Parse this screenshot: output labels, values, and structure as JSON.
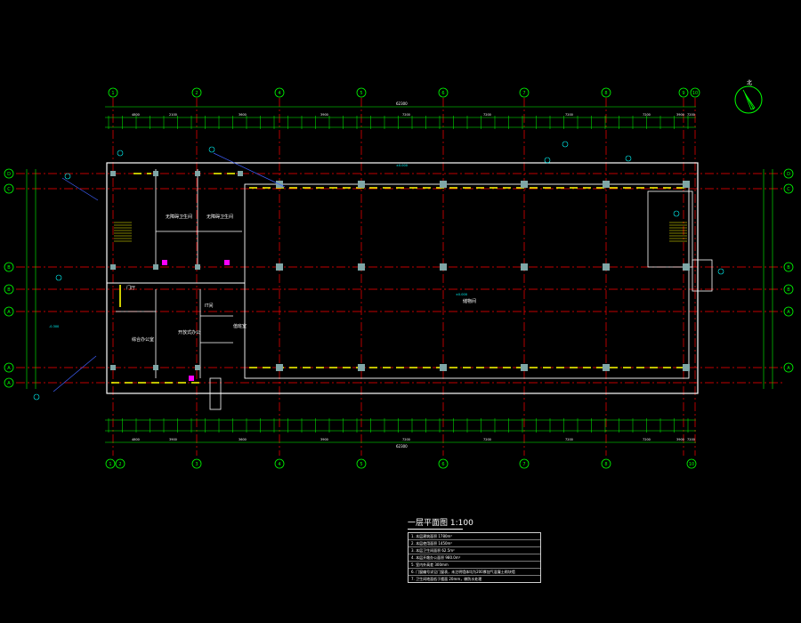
{
  "drawing": {
    "title": "一层平面图",
    "scale": "1:100",
    "north_symbol": "北",
    "grid_columns_top": [
      "1",
      "2",
      "4",
      "5",
      "6",
      "7",
      "8",
      "9",
      "10"
    ],
    "grid_columns_bottom": [
      "1",
      "2",
      "3",
      "4",
      "5",
      "6",
      "7",
      "8",
      "10"
    ],
    "grid_rows_left": [
      "D",
      "C",
      "B",
      "B",
      "A",
      "A",
      "A"
    ],
    "grid_rows_right": [
      "D",
      "C",
      "B",
      "B",
      "A",
      "A"
    ],
    "overall_dim_top": "62300",
    "overall_dim_bottom": "62300",
    "dims_top": [
      "4800",
      "2100",
      "3600",
      "3900",
      "7200",
      "7200",
      "7200",
      "7200",
      "7200",
      "3900"
    ],
    "dims_bottom": [
      "4800",
      "3900",
      "3600",
      "3900",
      "7200",
      "7200",
      "7200",
      "7200",
      "7200",
      "3900"
    ],
    "rooms": [
      {
        "id": "accessible-restroom-1",
        "label": "无障碍卫生间"
      },
      {
        "id": "accessible-restroom-2",
        "label": "无障碍卫生间"
      },
      {
        "id": "room-it",
        "label": "IT间"
      },
      {
        "id": "room-duty",
        "label": "值班室"
      },
      {
        "id": "room-office",
        "label": "综合办公室"
      },
      {
        "id": "room-open-office",
        "label": "开放式办公"
      },
      {
        "id": "room-storage",
        "label": "储物间"
      },
      {
        "id": "room-lobby",
        "label": "门厅"
      }
    ],
    "elevation_main": "±0.000",
    "elevation_entry": "-0.300",
    "elevation_open": "±0.000"
  },
  "legend": {
    "notes": [
      "1. 本层建筑面积 1780m²",
      "2. 本层使用面积 1450m²",
      "3. 本层卫生间面积 62.5m²",
      "4. 本层开敞办公面积 980.0m²",
      "5. 室内外高差 300mm",
      "6. 门窗编号详见门窗表，未注明墙体均为200厚加气混凝土砌块墙",
      "7. 卫生间地面低于楼面 20mm，做防水处理"
    ]
  },
  "colors": {
    "background": "#000000",
    "wall": "#ffffff",
    "grid_axis": "#ff0000",
    "dimension": "#00ff00",
    "window": "#ffff00",
    "annotation": "#00ffff",
    "column": "#7fa6a6",
    "fixture": "#ff00ff",
    "door": "#ffff00"
  }
}
